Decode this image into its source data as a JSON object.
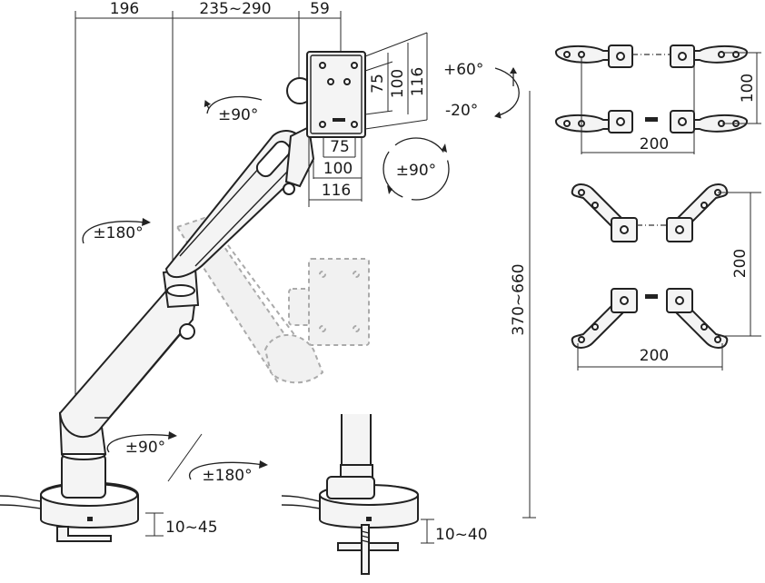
{
  "dimensions": {
    "top": {
      "d196": "196",
      "d235_290": "235~290",
      "d59": "59"
    },
    "vesa_vertical": {
      "v75": "75",
      "v100": "100",
      "v116": "116"
    },
    "vesa_horizontal": {
      "h75": "75",
      "h100": "100",
      "h116": "116"
    },
    "tilt": {
      "up": "+60°",
      "down": "-20°"
    },
    "rotations": {
      "head_swivel": "±90°",
      "portrait_rotate": "±90°",
      "mid_joint": "±180°",
      "base_swivel": "±90°",
      "base_rotate": "±180°"
    },
    "height_range": "370~660",
    "clamp_left": "10~45",
    "clamp_right": "10~40",
    "adapter_small": {
      "height": "100",
      "width": "200"
    },
    "adapter_large": {
      "height": "200",
      "width": "200"
    }
  },
  "icons": {
    "rotate_arrow": "rotate-arrow-icon",
    "curve_arrow": "curve-arrow-icon"
  }
}
